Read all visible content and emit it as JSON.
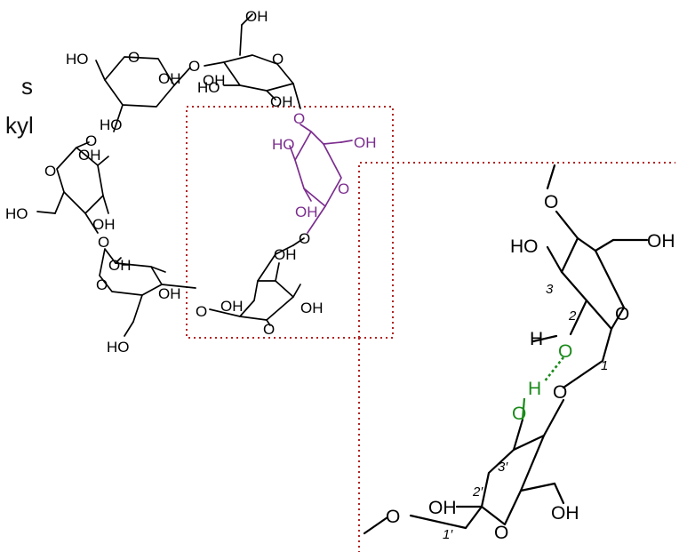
{
  "side_text": {
    "line1": "s",
    "line2": "kyl"
  },
  "ring_labels": {
    "ho_a": "HO",
    "o_a": "O",
    "oh_a": "OH",
    "oh_top": "OH",
    "o_b": "O",
    "oh_b": "OH",
    "ho_b": "HO",
    "o_link1": "O",
    "ho_c": "HO",
    "oh_c1": "OH",
    "o_c": "O",
    "ho_d": "HO",
    "oh_d": "OH",
    "o_link2": "O",
    "oh_e": "OH",
    "o_e": "O",
    "ho_e": "HO",
    "o_link3": "O",
    "oh_f1": "OH",
    "oh_f2": "OH",
    "o_f": "O",
    "oh_f3": "OH",
    "o_link4": "O"
  },
  "highlight_labels": {
    "o_top": "O",
    "ho": "HO",
    "oh_right": "OH",
    "o_ring": "O",
    "oh_low": "OH"
  },
  "zoom_labels": {
    "o_top": "O",
    "ho": "HO",
    "oh_right": "OH",
    "num3": "3",
    "num2": "2",
    "num1": "1",
    "o_ring": "O",
    "h_upper": "H",
    "o_green_upper": "O",
    "h_lower": "H",
    "o_green_lower": "O",
    "o_link": "O",
    "num3p": "3′",
    "num2p": "2′",
    "num1p": "1′",
    "oh_left": "OH",
    "oh_bottom": "OH",
    "o_ring2": "O",
    "o_left": "O"
  },
  "colors": {
    "highlight": "#7b2d8e",
    "hbond": "#1a8a1a",
    "box": "#b22222"
  }
}
